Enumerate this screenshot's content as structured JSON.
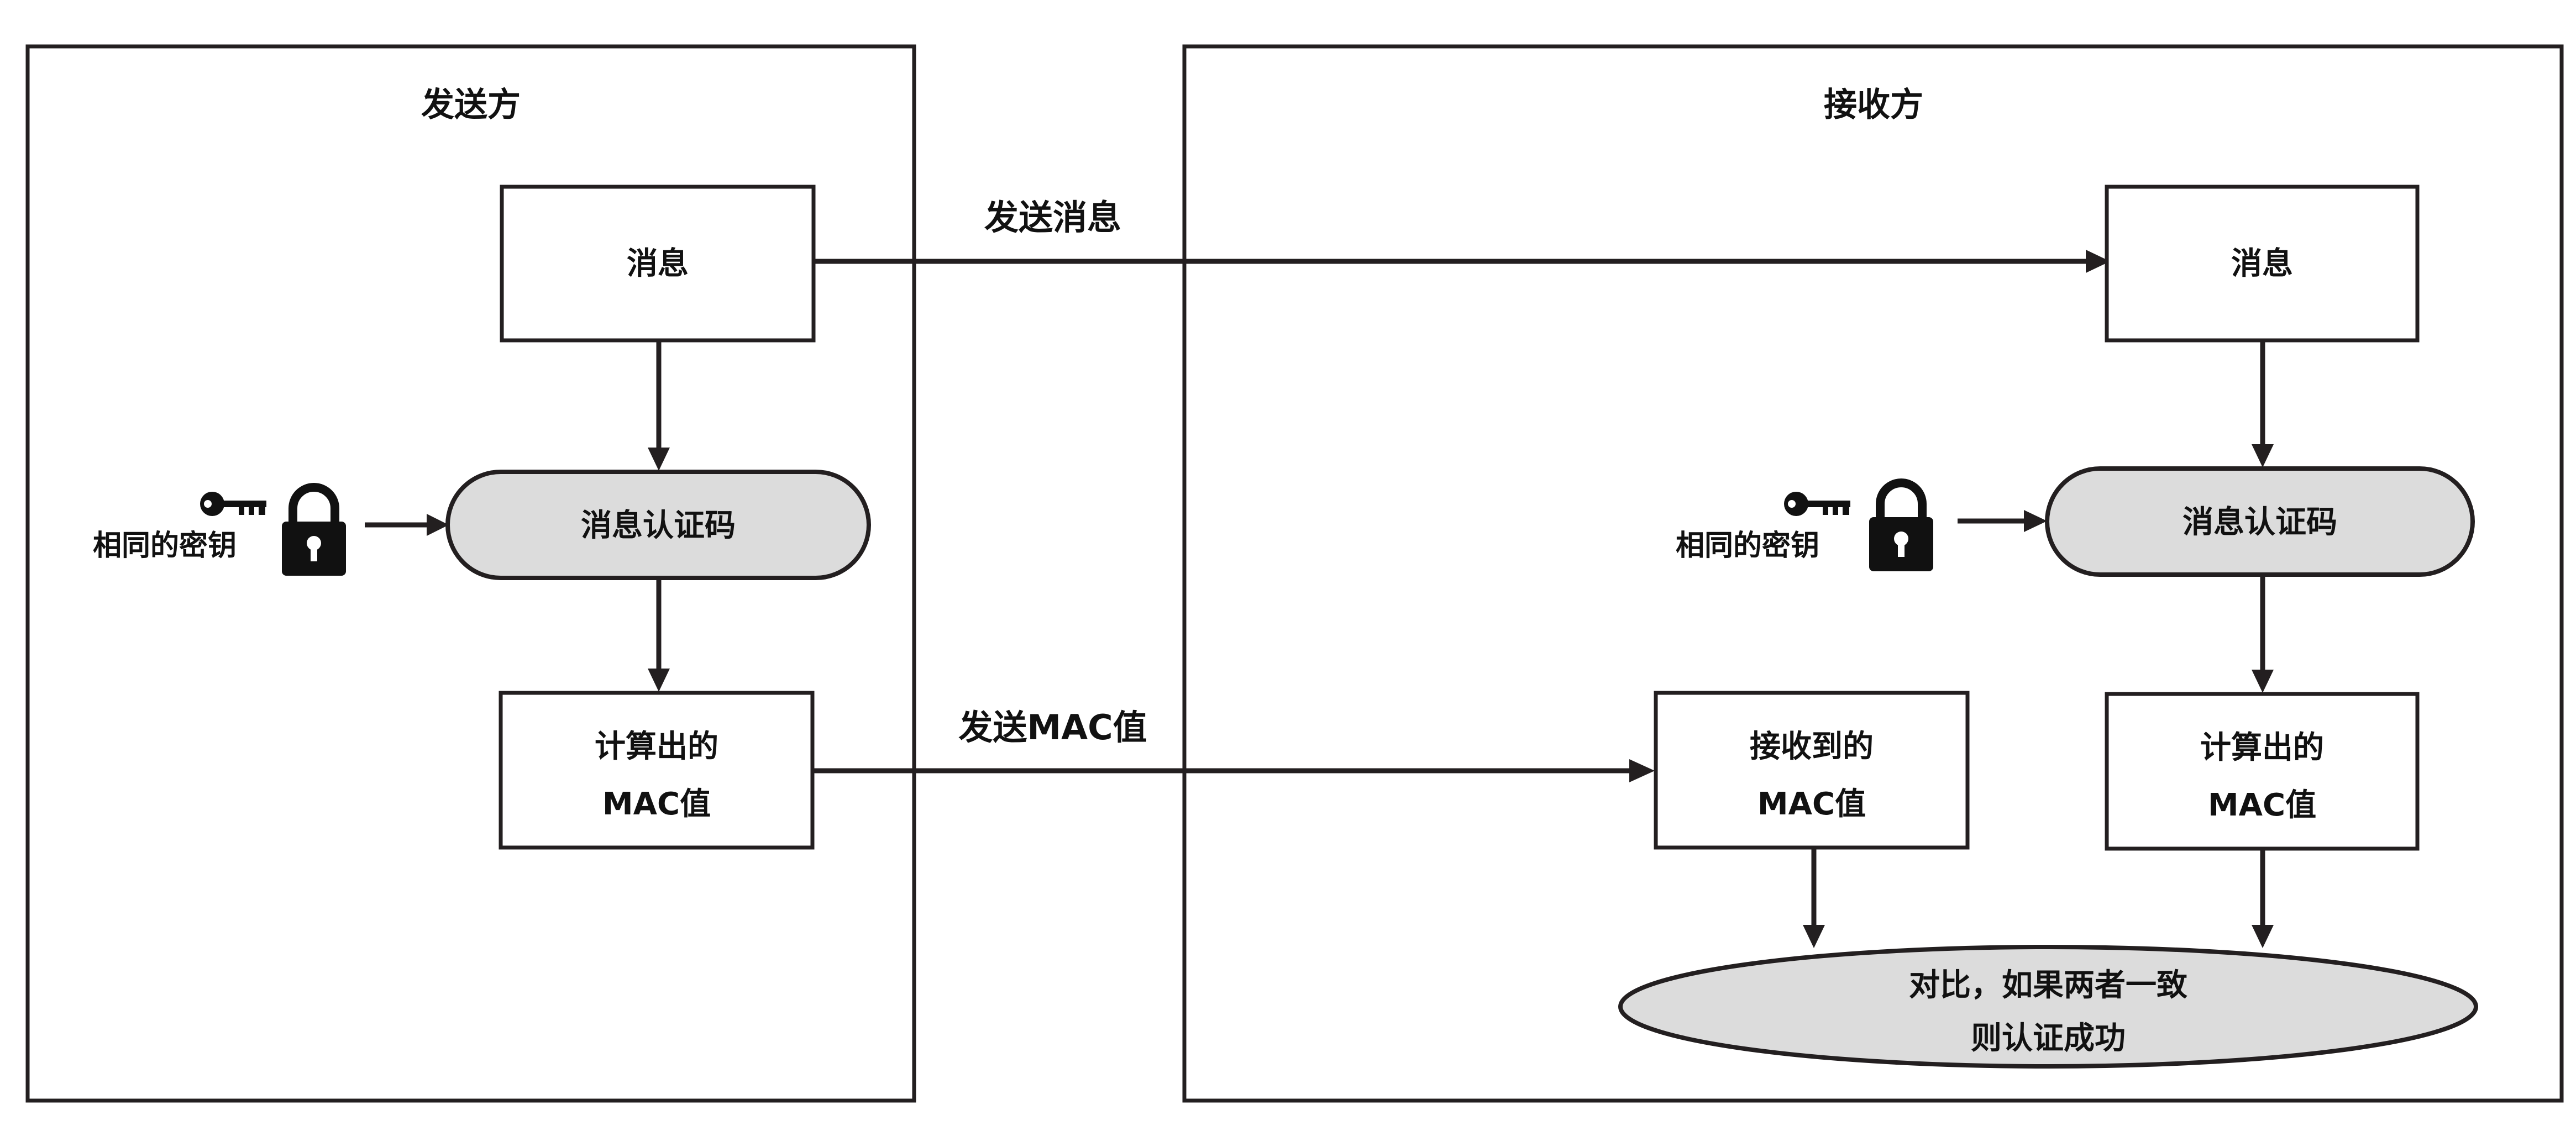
{
  "sender": {
    "title": "发送方",
    "message": "消息",
    "key_label": "相同的密钥",
    "mac_function": "消息认证码",
    "computed_mac": [
      "计算出的",
      "MAC值"
    ]
  },
  "receiver": {
    "title": "接收方",
    "message": "消息",
    "key_label": "相同的密钥",
    "mac_function": "消息认证码",
    "computed_mac": [
      "计算出的",
      "MAC值"
    ],
    "received_mac": [
      "接收到的",
      "MAC值"
    ],
    "compare": [
      "对比，如果两者一致",
      "则认证成功"
    ]
  },
  "edges": {
    "send_message": "发送消息",
    "send_mac": "发送MAC值"
  },
  "icons": [
    "key-icon",
    "padlock-icon"
  ],
  "colors": {
    "stroke": "#231f20",
    "pill_fill": "#dcdcdc",
    "background": "#ffffff"
  }
}
